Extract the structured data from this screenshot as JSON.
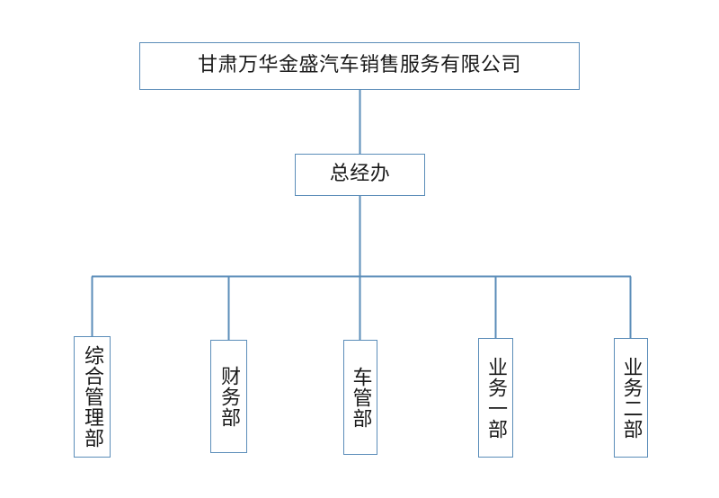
{
  "diagram": {
    "title_text": "甘肃万华金盛汽车销售服务有限公司",
    "background_color": "#ffffff",
    "line_color": "#5b8db9",
    "box_border_color": "#5b8db9",
    "text_color": "#1a1a1a",
    "root": {
      "label": "甘肃万华金盛汽车销售服务有限公司"
    },
    "management": {
      "label": "总经办"
    },
    "departments": [
      {
        "label": "综合管理部"
      },
      {
        "label": "财务部"
      },
      {
        "label": "车管部"
      },
      {
        "label": "业务一部"
      },
      {
        "label": "业务二部"
      }
    ]
  }
}
